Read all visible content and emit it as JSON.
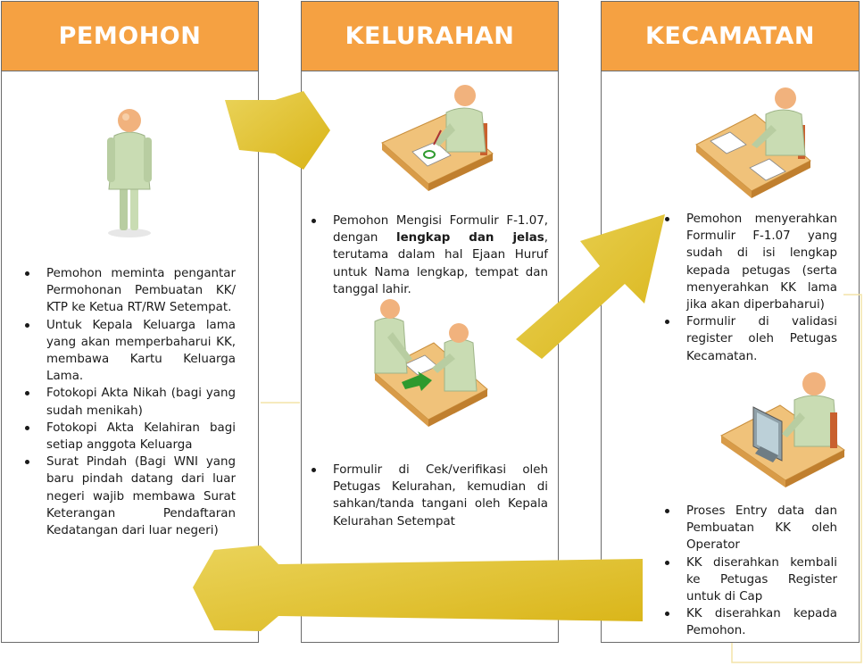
{
  "columns": [
    {
      "title": "PEMOHON",
      "items": [
        "Pemohon meminta pengantar Permohonan Pembuatan KK/ KTP ke Ketua RT/RW Setempat.",
        "Untuk Kepala Keluarga lama yang akan memperbaharui KK, membawa Kartu Keluarga Lama.",
        "Fotokopi Akta Nikah (bagi yang sudah menikah)",
        "Fotokopi Akta Kelahiran bagi setiap anggota Keluarga",
        "Surat Pindah (Bagi WNI yang baru pindah datang dari luar negeri wajib membawa Surat Keterangan Pendaftaran Kedatangan dari luar negeri)"
      ]
    },
    {
      "title": "KELURAHAN",
      "step1": {
        "before": "Pemohon Mengisi Formulir F-1.07, dengan ",
        "bold": "lengkap dan jelas",
        "after": ", terutama dalam hal Ejaan Huruf untuk Nama lengkap, tempat dan tanggal lahir."
      },
      "step2": "Formulir di Cek/verifikasi oleh Petugas Kelurahan, kemudian di sahkan/tanda tangani oleh Kepala Kelurahan Setempat"
    },
    {
      "title": "KECAMATAN",
      "items_top": [
        "Pemohon menyerahkan Formulir F-1.07 yang sudah di isi lengkap kepada petugas (serta menyerahkan KK lama jika akan diperbaharui)",
        "Formulir di validasi register oleh Petugas Kecamatan."
      ],
      "items_bottom": [
        "Proses Entry data dan Pembuatan KK oleh Operator",
        "KK diserahkan kembali ke Petugas Register untuk di Cap",
        "KK diserahkan kepada Pemohon."
      ]
    }
  ],
  "icons": [
    "person-icon",
    "person-writing-form-icon",
    "two-people-form-exchange-icon",
    "person-reviewing-documents-icon",
    "computer-operator-icon"
  ],
  "colors": {
    "header": "#f5a142",
    "arrow": "#e2bf1e",
    "border": "#6b6b6b",
    "person": "#c9dcb3",
    "skin": "#f1b27d",
    "desk": "#f0c27a"
  }
}
